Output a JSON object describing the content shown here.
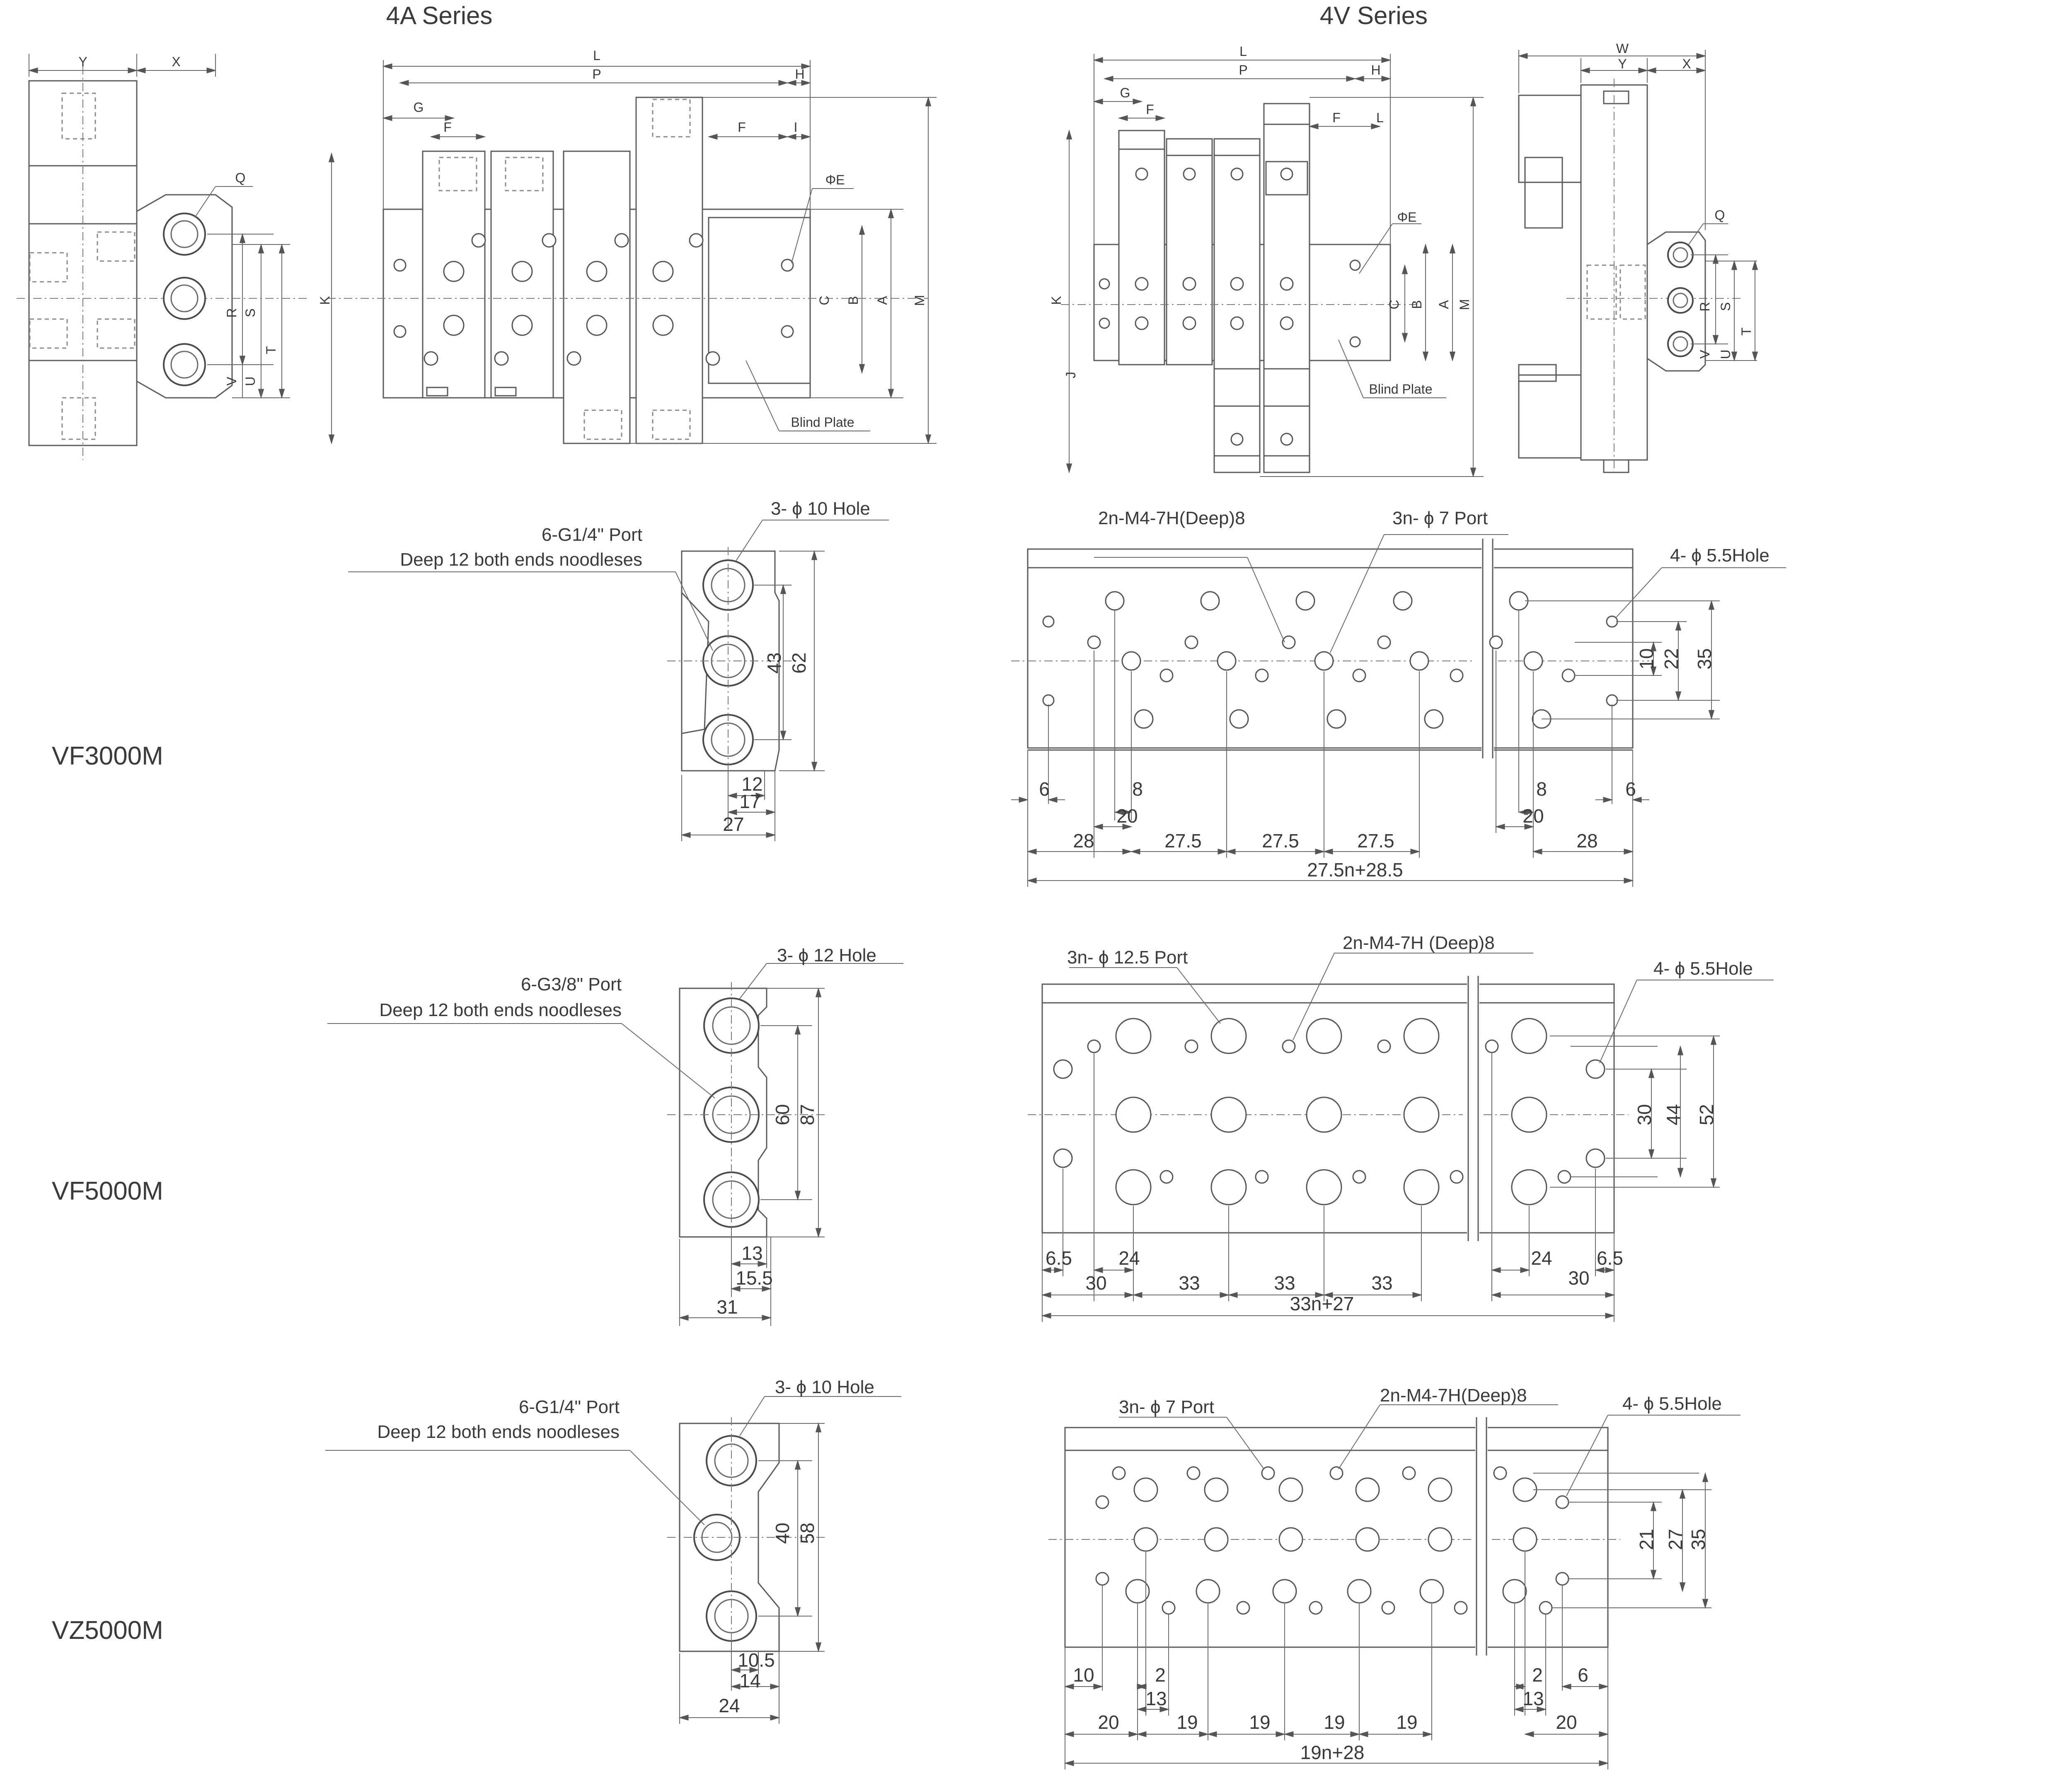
{
  "series_titles": {
    "a": "4A Series",
    "v": "4V Series"
  },
  "models": {
    "vf3000": "VF3000M",
    "vf5000": "VF5000M",
    "vz5000": "VZ5000M"
  },
  "top_letters": {
    "side_a": [
      "Y",
      "X",
      "Q",
      "R",
      "S",
      "T",
      "V",
      "U"
    ],
    "front_a": [
      "L",
      "P",
      "G",
      "H",
      "F",
      "F",
      "I",
      "ΦE",
      "K",
      "C",
      "B",
      "A",
      "M"
    ],
    "front_a_blind": "Blind Plate",
    "front_v": [
      "L",
      "P",
      "H",
      "G",
      "F",
      "F",
      "L",
      "ΦE",
      "K",
      "C",
      "B",
      "A",
      "M",
      "J"
    ],
    "front_v_blind": "Blind Plate",
    "side_v": [
      "W",
      "Y",
      "X",
      "Q",
      "R",
      "S",
      "T",
      "V",
      "U"
    ]
  },
  "vf3000": {
    "hole": "3- ϕ 10 Hole",
    "port1": "6-G1/4\" Port",
    "port2": "Deep 12 both ends noodleses",
    "side_dims": [
      "43",
      "62",
      "12",
      "17",
      "27"
    ],
    "thread": "2n-M4-7H(Deep)8",
    "port_n": "3n- ϕ 7  Port",
    "mount": "4- ϕ 5.5Hole",
    "right_dims": [
      "10",
      "22",
      "35"
    ],
    "bottom": [
      "6",
      "8",
      "20",
      "28",
      "27.5",
      "27.5",
      "27.5",
      "8",
      "20",
      "6",
      "28",
      "27.5n+28.5"
    ]
  },
  "vf5000": {
    "hole": "3- ϕ 12  Hole",
    "port1": "6-G3/8\" Port",
    "port2": "Deep 12 both ends noodleses",
    "side_dims": [
      "60",
      "87",
      "13",
      "15.5",
      "31"
    ],
    "port_n": "3n- ϕ 12.5 Port",
    "thread": "2n-M4-7H (Deep)8",
    "mount": "4- ϕ 5.5Hole",
    "right_dims": [
      "30",
      "44",
      "52"
    ],
    "bottom": [
      "6.5",
      "24",
      "30",
      "33",
      "33",
      "33",
      "24",
      "6.5",
      "30",
      "33n+27"
    ]
  },
  "vz5000": {
    "hole": "3- ϕ 10  Hole",
    "port1": "6-G1/4\" Port",
    "port2": "Deep 12 both ends noodleses",
    "side_dims": [
      "40",
      "58",
      "10.5",
      "14",
      "24"
    ],
    "port_n": "3n- ϕ 7 Port",
    "thread": "2n-M4-7H(Deep)8",
    "mount": "4- ϕ 5.5Hole",
    "right_dims": [
      "21",
      "27",
      "35"
    ],
    "bottom": [
      "10",
      "2",
      "13",
      "20",
      "19",
      "19",
      "19",
      "19",
      "2",
      "6",
      "13",
      "20",
      "19n+28"
    ]
  }
}
